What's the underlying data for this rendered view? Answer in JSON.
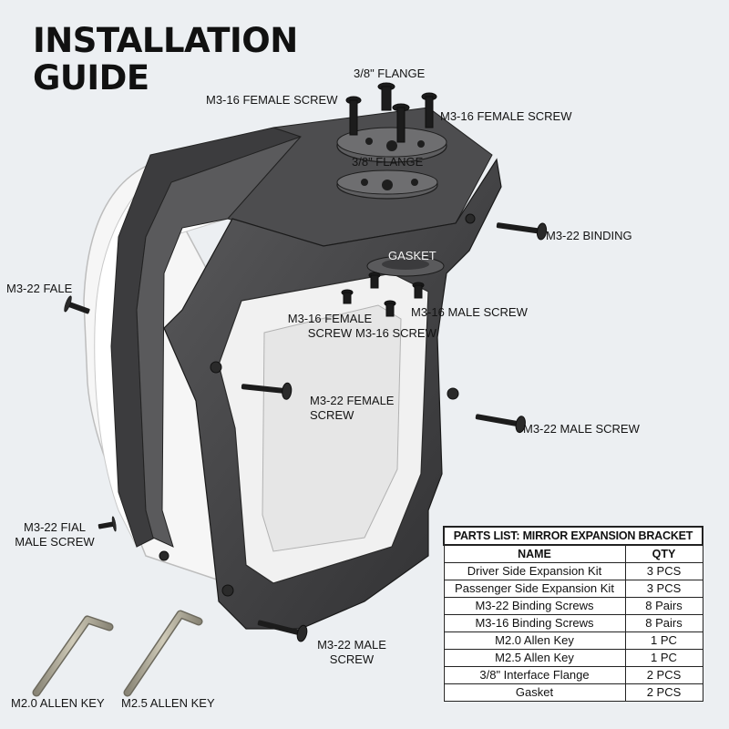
{
  "title_line1": "INSTALLATION",
  "title_line2": "GUIDE",
  "labels": {
    "flange_top": "3/8\" FLANGE",
    "m316_female_top": "M3-16 FEMALE SCREW",
    "m316_female_right": "M3-16 FEMALE SCREW",
    "flange_mid": "3/8\" FLANGE",
    "m322_binding": "M3-22 BINDING",
    "gasket": "GASKET",
    "m322_fale": "M3-22 FALE",
    "m316_female_inner_1": "M3-16 FEMALE",
    "m316_female_inner_2": "SCREW",
    "m316_screw": "M3-16 SCREW",
    "m316_male": "M3-16 MALE SCREW",
    "m322_female_1": "M3-22 FEMALE",
    "m322_female_2": "SCREW",
    "m322_male_right": "M3-22 MALE SCREW",
    "m322_fial_1": "M3-22 FIAL",
    "m322_fial_2": "MALE SCREW",
    "m322_male_bottom_1": "M3-22 MALE",
    "m322_male_bottom_2": "SCREW",
    "allen_20": "M2.0 ALLEN KEY",
    "allen_25": "M2.5 ALLEN KEY"
  },
  "parts_list": {
    "caption": "PARTS LIST: MIRROR EXPANSION BRACKET",
    "col_name": "NAME",
    "col_qty": "QTY",
    "rows": [
      {
        "name": "Driver Side Expansion Kit",
        "qty": "3 PCS"
      },
      {
        "name": "Passenger Side Expansion Kit",
        "qty": "3 PCS"
      },
      {
        "name": "M3-22 Binding Screws",
        "qty": "8 Pairs"
      },
      {
        "name": "M3-16 Binding Screws",
        "qty": "8 Pairs"
      },
      {
        "name": "M2.0 Allen Key",
        "qty": "1 PC"
      },
      {
        "name": "M2.5 Allen Key",
        "qty": "1 PC"
      },
      {
        "name": "3/8\" Interface Flange",
        "qty": "2 PCS"
      },
      {
        "name": "Gasket",
        "qty": "2 PCS"
      }
    ]
  },
  "colors": {
    "background": "#eceff2",
    "bracket": "#4a4a4c",
    "bracket_dark": "#303032",
    "mirror_housing": "#f6f6f6",
    "screw": "#1c1c1c"
  },
  "icons": [
    "screw-icon",
    "allen-key-icon",
    "flange-icon",
    "gasket-icon"
  ]
}
